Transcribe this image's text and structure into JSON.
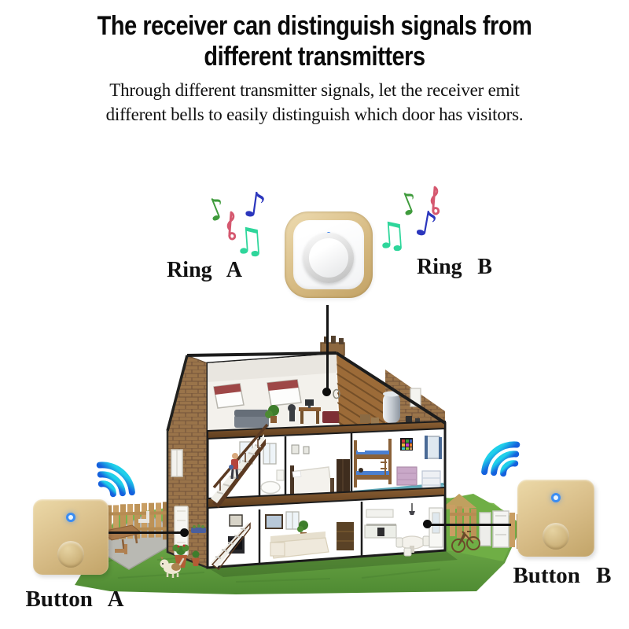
{
  "header": {
    "title_line1": "The receiver can distinguish signals from",
    "title_line2": "different transmitters",
    "subtitle_line1": "Through different transmitter signals, let the receiver emit",
    "subtitle_line2": "different bells to easily distinguish which door has visitors."
  },
  "receiver": {
    "ring_a_label": "Ring A",
    "ring_b_label": "Ring B"
  },
  "transmitters": {
    "button_a_label": "Button A",
    "button_b_label": "Button B"
  },
  "icons": {
    "glyphs": {
      "eighth_note": "♪",
      "beamed_notes": "♫"
    },
    "treble_clef": "treble-clef-icon",
    "wifi": "wifi-signal-icon",
    "led": "blue-led-indicator"
  },
  "colors": {
    "device_gold": "#d8bd88",
    "device_gold_light": "#ecd9ae",
    "device_gold_dark": "#c2a468",
    "led_blue": "#2f7df0",
    "wifi_cyan": "#1fd0ea",
    "wifi_blue": "#1560dd",
    "note_green": "#3f9b3c",
    "note_blue": "#2b36bd",
    "note_pink": "#d5586f",
    "note_teal": "#2ed69b",
    "connector_black": "#141414",
    "lawn_green": "#5f9e3e",
    "brick_brown": "#9a744a"
  },
  "scene": {
    "house_alt": "cutaway three-storey house with attic office, bathroom, bedrooms, kids room, living room, kitchen, staircase, garden fences, patio set, dog and bicycle"
  }
}
